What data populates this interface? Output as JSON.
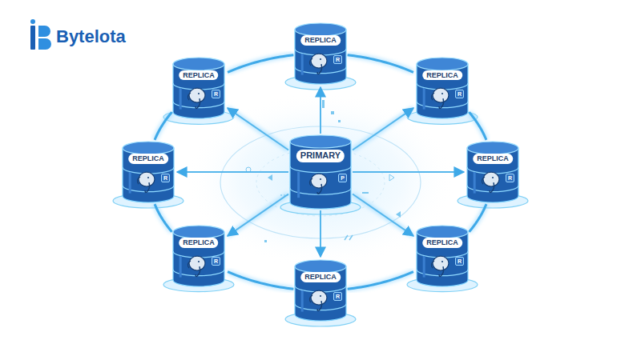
{
  "diagram": {
    "nodes": [
      {
        "text": [
          "PRIMARY",
          "P"
        ]
      },
      {
        "text": [
          "REPLICA",
          "R"
        ]
      },
      {
        "text": [
          "REPLICA",
          "R"
        ]
      },
      {
        "text": [
          "REPLICA",
          "R"
        ]
      },
      {
        "text": [
          "REPLICA",
          "R"
        ]
      },
      {
        "text": [
          "REPLICA",
          "R"
        ]
      },
      {
        "text": [
          "REPLICA",
          "R"
        ]
      },
      {
        "text": [
          "REPLICA",
          "R"
        ]
      },
      {
        "text": [
          "REPLICA",
          "R"
        ]
      }
    ],
    "edges": [
      {
        "from": 0,
        "to": 1,
        "arrow": "to"
      },
      {
        "from": 0,
        "to": 2,
        "arrow": "to"
      },
      {
        "from": 0,
        "to": 3,
        "arrow": "to"
      },
      {
        "from": 0,
        "to": 4,
        "arrow": "to"
      },
      {
        "from": 0,
        "to": 5,
        "arrow": "to"
      },
      {
        "from": 0,
        "to": 6,
        "arrow": "to"
      },
      {
        "from": 0,
        "to": 7,
        "arrow": "to"
      },
      {
        "from": 0,
        "to": 8,
        "arrow": "to"
      },
      {
        "from": 1,
        "to": 2,
        "arrow": "none"
      },
      {
        "from": 2,
        "to": 3,
        "arrow": "none"
      },
      {
        "from": 3,
        "to": 4,
        "arrow": "none"
      },
      {
        "from": 4,
        "to": 5,
        "arrow": "none"
      },
      {
        "from": 5,
        "to": 6,
        "arrow": "none"
      },
      {
        "from": 6,
        "to": 7,
        "arrow": "none"
      },
      {
        "from": 7,
        "to": 8,
        "arrow": "none"
      },
      {
        "from": 8,
        "to": 1,
        "arrow": "none"
      }
    ],
    "labels": [
      "Bytelota"
    ]
  }
}
